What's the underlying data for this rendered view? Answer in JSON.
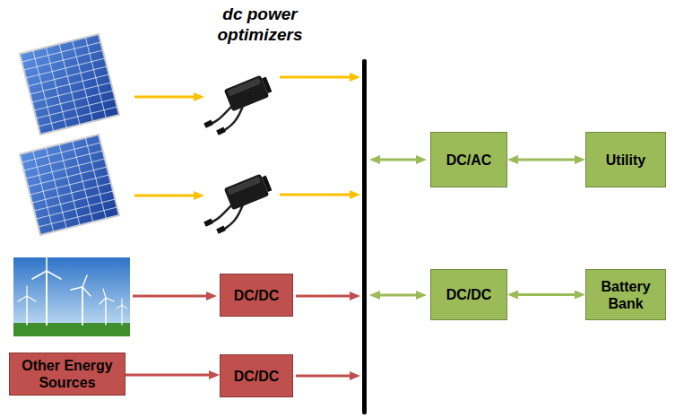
{
  "diagram": {
    "nodes": [
      {
        "text": [
          "DC/AC"
        ]
      },
      {
        "text": [
          "Utility"
        ]
      },
      {
        "text": [
          "DC/DC"
        ]
      },
      {
        "text": [
          "DC/DC"
        ]
      },
      {
        "text": [
          "Battery Bank"
        ]
      },
      {
        "text": [
          "Other Energy Sources"
        ]
      },
      {
        "text": [
          "DC/DC"
        ]
      }
    ],
    "edges": [
      {
        "from": 0,
        "to": 1,
        "arrow": "both"
      },
      {
        "from": 3,
        "to": 4,
        "arrow": "both"
      },
      {
        "from": 5,
        "to": 6,
        "arrow": "to"
      }
    ],
    "labels": [
      "dc power optimizers"
    ]
  }
}
